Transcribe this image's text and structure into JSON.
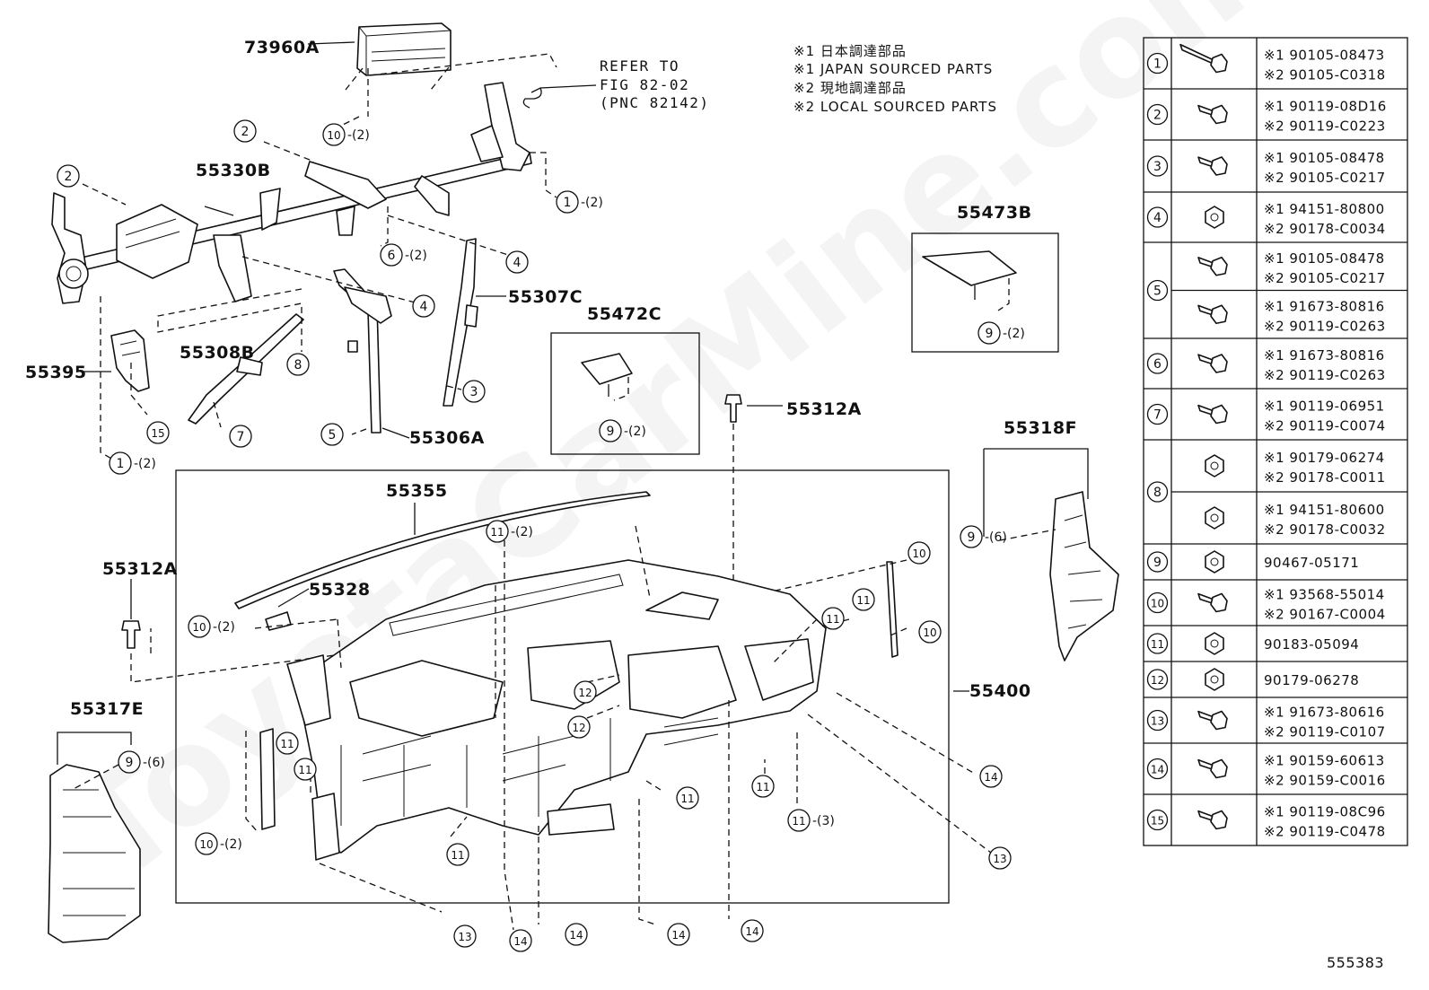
{
  "diagram_id": "555383",
  "watermark": "ToyotaCarMine.com",
  "notes": [
    "※1 日本調達部品",
    "※1 JAPAN SOURCED PARTS",
    "※2 現地調達部品",
    "※2 LOCAL SOURCED PARTS"
  ],
  "reference": {
    "line1": "REFER TO",
    "line2": "FIG 82-02",
    "line3": "(PNC 82142)"
  },
  "part_labels": {
    "p73960A": "73960A",
    "p55330B": "55330B",
    "p55473B": "55473B",
    "p55307C": "55307C",
    "p55472C": "55472C",
    "p55308B": "55308B",
    "p55395": "55395",
    "p55306A": "55306A",
    "p55312A_a": "55312A",
    "p55312A_b": "55312A",
    "p55318F": "55318F",
    "p55355": "55355",
    "p55328": "55328",
    "p55400": "55400",
    "p55317E": "55317E"
  },
  "qty": {
    "q2": "(2)",
    "q3": "(3)",
    "q6": "(6)"
  },
  "callouts": {
    "c1": "1",
    "c2": "2",
    "c3": "3",
    "c4": "4",
    "c5": "5",
    "c6": "6",
    "c7": "7",
    "c8": "8",
    "c9": "9",
    "c10": "10",
    "c11": "11",
    "c12": "12",
    "c13": "13",
    "c14": "14",
    "c15": "15"
  },
  "fastener_table": [
    {
      "ref": "1",
      "parts": [
        "※1 90105-08473",
        "※2 90105-C0318"
      ]
    },
    {
      "ref": "2",
      "parts": [
        "※1 90119-08D16",
        "※2 90119-C0223"
      ]
    },
    {
      "ref": "3",
      "parts": [
        "※1 90105-08478",
        "※2 90105-C0217"
      ]
    },
    {
      "ref": "4",
      "parts": [
        "※1 94151-80800",
        "※2 90178-C0034"
      ]
    },
    {
      "ref": "5",
      "parts": [
        "※1 90105-08478",
        "※2 90105-C0217",
        "※1 91673-80816",
        "※2 90119-C0263"
      ]
    },
    {
      "ref": "6",
      "parts": [
        "※1 91673-80816",
        "※2 90119-C0263"
      ]
    },
    {
      "ref": "7",
      "parts": [
        "※1 90119-06951",
        "※2 90119-C0074"
      ]
    },
    {
      "ref": "8",
      "parts": [
        "※1 90179-06274",
        "※2 90178-C0011",
        "※1 94151-80600",
        "※2 90178-C0032"
      ]
    },
    {
      "ref": "9",
      "parts": [
        "90467-05171"
      ]
    },
    {
      "ref": "10",
      "parts": [
        "※1 93568-55014",
        "※2 90167-C0004"
      ]
    },
    {
      "ref": "11",
      "parts": [
        "90183-05094"
      ]
    },
    {
      "ref": "12",
      "parts": [
        "90179-06278"
      ]
    },
    {
      "ref": "13",
      "parts": [
        "※1 91673-80616",
        "※2 90119-C0107"
      ]
    },
    {
      "ref": "14",
      "parts": [
        "※1 90159-60613",
        "※2 90159-C0016"
      ]
    },
    {
      "ref": "15",
      "parts": [
        "※1 90119-08C96",
        "※2 90119-C0478"
      ]
    }
  ]
}
